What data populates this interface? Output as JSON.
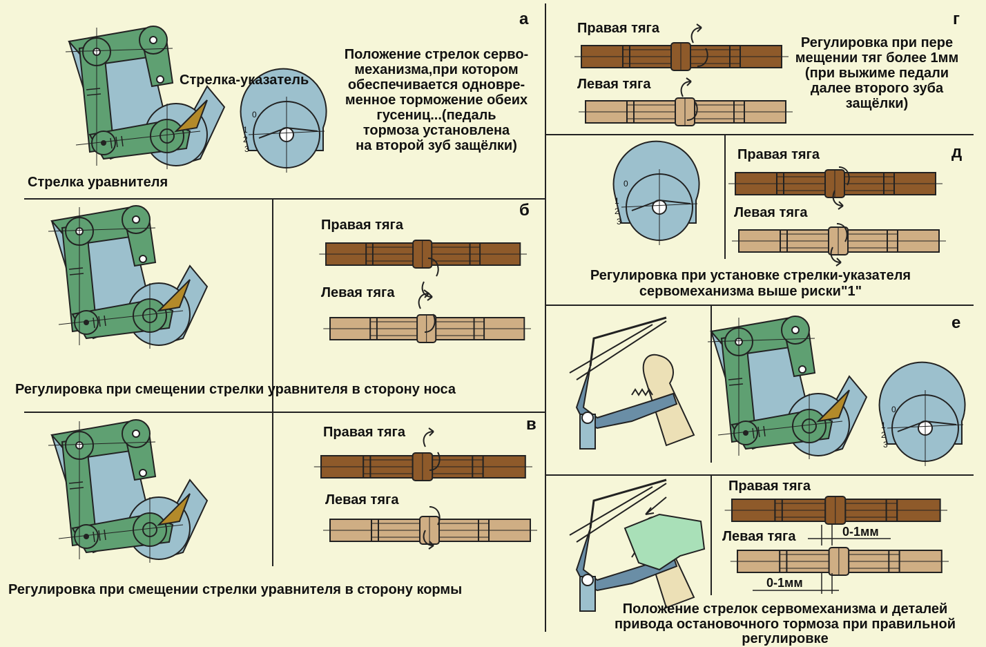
{
  "panels": {
    "a": {
      "letter": "а",
      "pointer_label": "Стрелка-указатель",
      "balancer_label": "Стрелка уравнителя",
      "description": [
        "Положение стрелок серво-",
        "механизма,при котором",
        "обеспечивается одновре-",
        "менное торможение обеих",
        "гусениц...(педаль",
        "тормоза установлена",
        "на второй зуб защёлки)"
      ]
    },
    "b": {
      "letter": "б",
      "right_rod": "Правая тяга",
      "left_rod": "Левая тяга",
      "caption": "Регулировка при смещении стрелки уравнителя в сторону носа"
    },
    "v": {
      "letter": "в",
      "right_rod": "Правая тяга",
      "left_rod": "Левая тяга",
      "caption": "Регулировка при смещении стрелки уравнителя в сторону кормы"
    },
    "g": {
      "letter": "г",
      "right_rod": "Правая тяга",
      "left_rod": "Левая тяга",
      "description": [
        "Регулировка при пере",
        "мещении тяг более 1мм",
        "(при выжиме педали",
        "далее второго зуба",
        "защёлки)"
      ]
    },
    "d": {
      "letter": "д",
      "right_rod": "Правая тяга",
      "left_rod": "Левая тяга",
      "caption": [
        "Регулировка при установке стрелки-указателя",
        "сервомеханизма выше риски\"1\""
      ]
    },
    "e": {
      "letter": "е",
      "right_rod": "Правая тяга",
      "left_rod": "Левая тяга",
      "gap_label_1": "0-1мм",
      "gap_label_2": "0-1мм",
      "caption": [
        "Положение стрелок сервомеханизма и деталей",
        "привода остановочного тормоза при правильной",
        "регулировке"
      ]
    }
  },
  "scale_marks": [
    "0",
    "1",
    "2",
    "3"
  ],
  "colors": {
    "background": "#f6f6d8",
    "lever_green": "#5fa072",
    "bracket_blue": "#9cc0cd",
    "pointer_olive": "#b38a2a",
    "rod_dark": "#8e5a2a",
    "rod_light": "#cfae84",
    "cream": "#ece0b6",
    "mint": "#a9e0b8"
  }
}
